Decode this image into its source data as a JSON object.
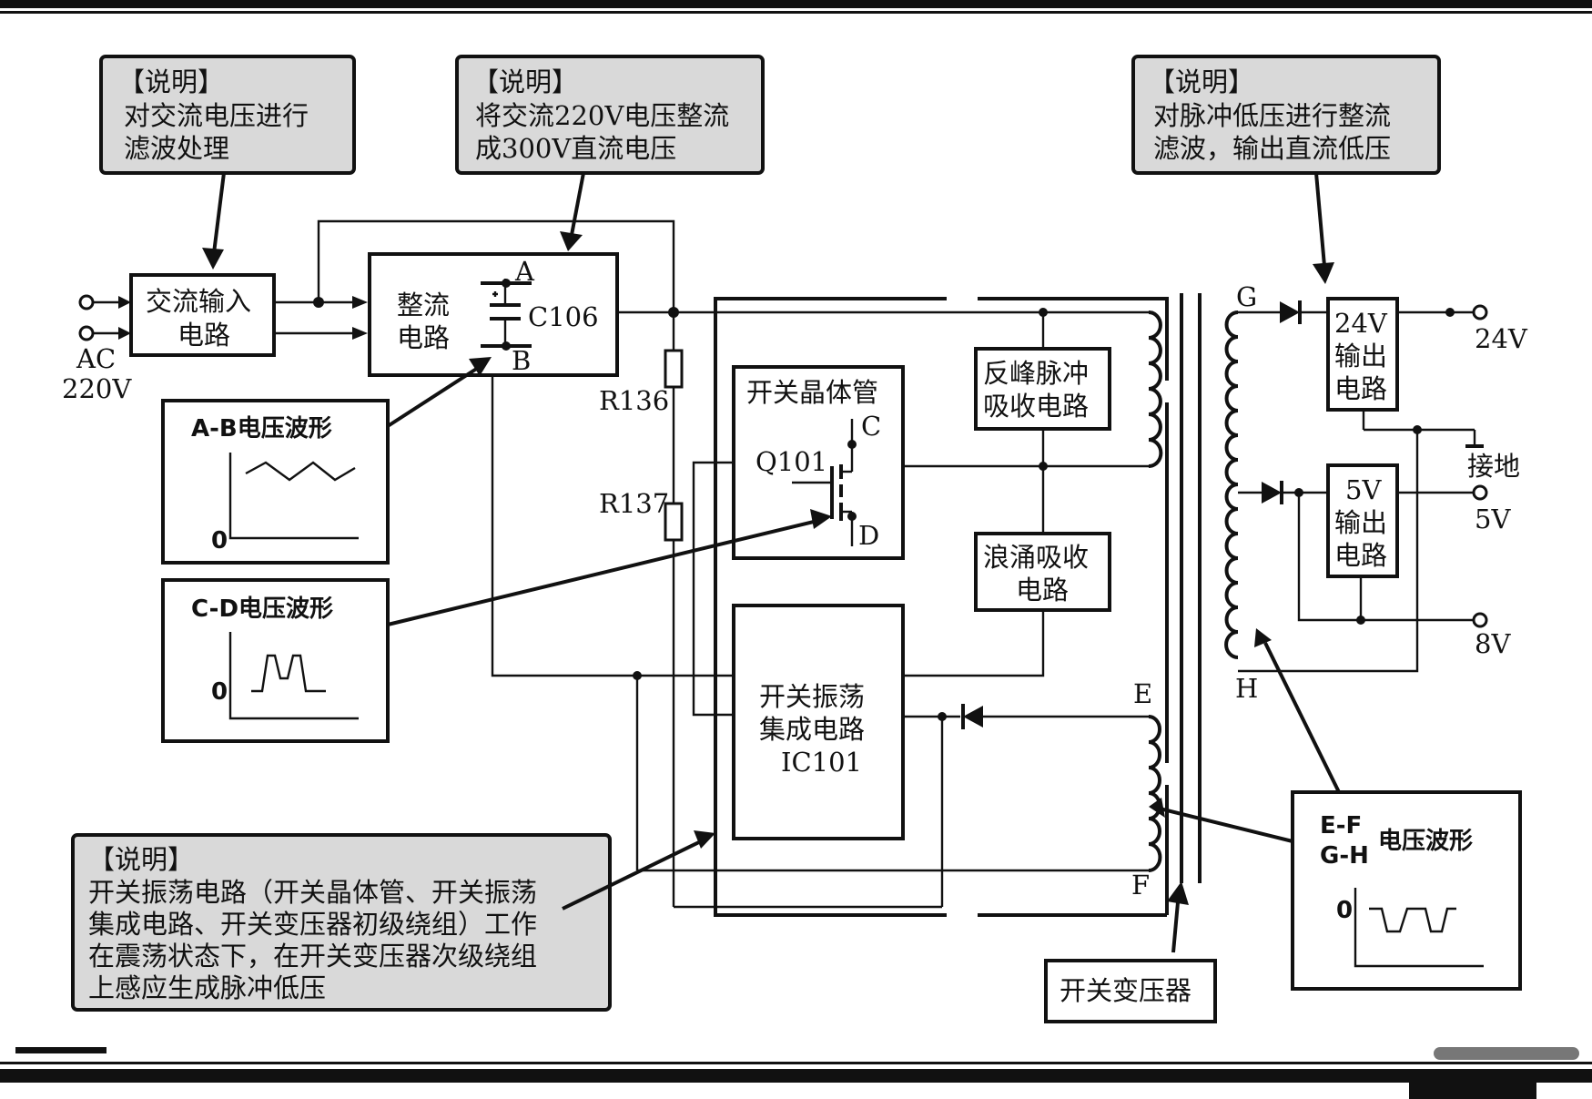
{
  "notes": {
    "filter": {
      "title": "【说明】",
      "lines": [
        "对交流电压进行",
        "滤波处理"
      ]
    },
    "rectify": {
      "title": "【说明】",
      "lines": [
        "将交流220V电压整流",
        "成300V直流电压"
      ]
    },
    "output": {
      "title": "【说明】",
      "lines": [
        "对脉冲低压进行整流",
        "滤波，输出直流低压"
      ]
    },
    "oscillation": {
      "title": "【说明】",
      "lines": [
        "开关振荡电路（开关晶体管、开关振荡",
        "集成电路、开关变压器初级绕组）工作",
        "在震荡状态下，在开关变压器次级绕组",
        "上感应生成脉冲低压"
      ]
    }
  },
  "blocks": {
    "ac_input": [
      "交流输入",
      "电路"
    ],
    "rectifier": [
      "整流",
      "电路"
    ],
    "switch_transistor": "开关晶体管",
    "flyback_absorb": [
      "反峰脉冲",
      "吸收电路"
    ],
    "surge_absorb": [
      "浪涌吸收",
      "电路"
    ],
    "oscillator_ic": [
      "开关振荡",
      "集成电路",
      "IC101"
    ],
    "out_24v": [
      "24V",
      "输出",
      "电路"
    ],
    "out_5v": [
      "5V",
      "输出",
      "电路"
    ],
    "transformer": "开关变压器"
  },
  "labels": {
    "ac": "AC",
    "ac_voltage": "220V",
    "capacitor": "C106",
    "point_a": "A",
    "point_b": "B",
    "r136": "R136",
    "r137": "R137",
    "q101": "Q101",
    "point_c": "C",
    "point_d": "D",
    "point_e": "E",
    "point_f": "F",
    "point_g": "G",
    "point_h": "H",
    "v24": "24V",
    "v5": "5V",
    "v8": "8V",
    "ground": "接地"
  },
  "waveforms": {
    "ab": {
      "title": "A-B电压波形",
      "zero": "0"
    },
    "cd": {
      "title": "C-D电压波形",
      "zero": "0"
    },
    "efgh": {
      "title_line1": "E-F",
      "title_line2": "G-H",
      "title_suffix": "电压波形",
      "zero": "0"
    }
  },
  "colors": {
    "note_fill": "#d9d9d9",
    "line": "#111111"
  }
}
